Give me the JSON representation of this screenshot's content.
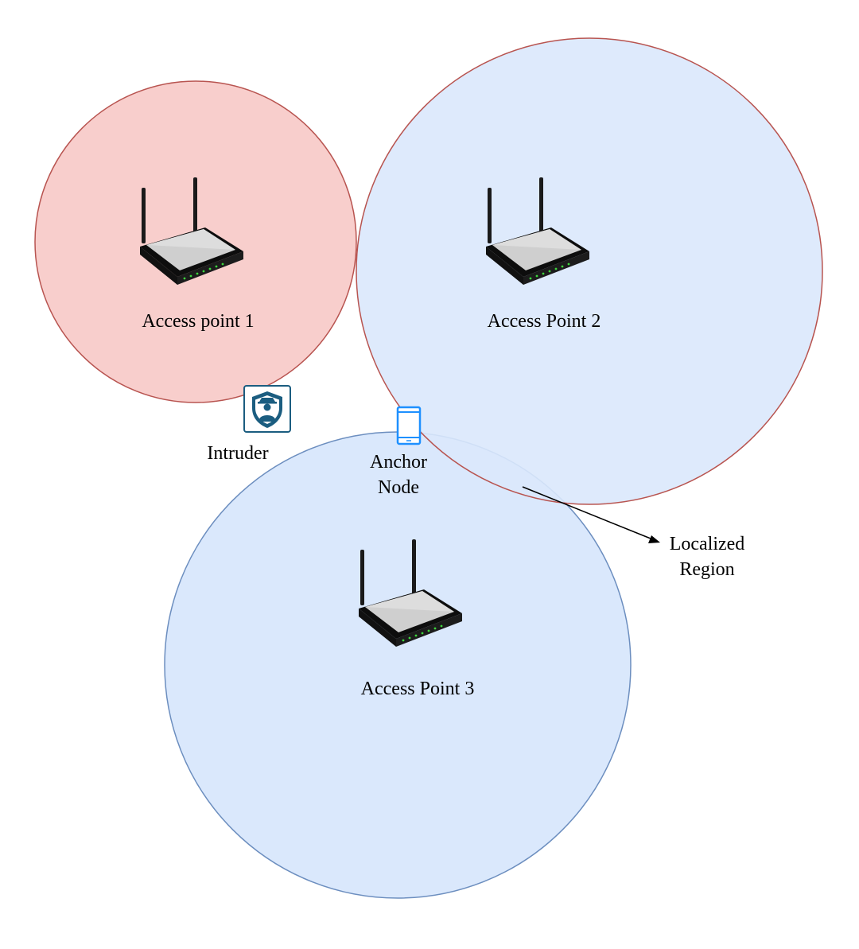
{
  "labels": {
    "ap1": "Access point 1",
    "ap2": "Access Point 2",
    "ap3": "Access Point 3",
    "intruder": "Intruder",
    "anchor_line1": "Anchor",
    "anchor_line2": "Node",
    "localized_line1": "Localized",
    "localized_line2": "Region"
  },
  "icons": {
    "router": "wifi-router-icon",
    "intruder": "spy-shield-icon",
    "anchor": "smartphone-icon"
  },
  "colors": {
    "ap1_fill": "#f8cecc",
    "ap1_stroke": "#b85450",
    "ap2_fill": "#dae8fc",
    "ap2_stroke": "#b85450",
    "ap3_fill": "#dae8fc",
    "ap3_stroke": "#6c8ebf",
    "intruder_icon": "#1b5d80",
    "anchor_icon": "#1e90ff"
  }
}
